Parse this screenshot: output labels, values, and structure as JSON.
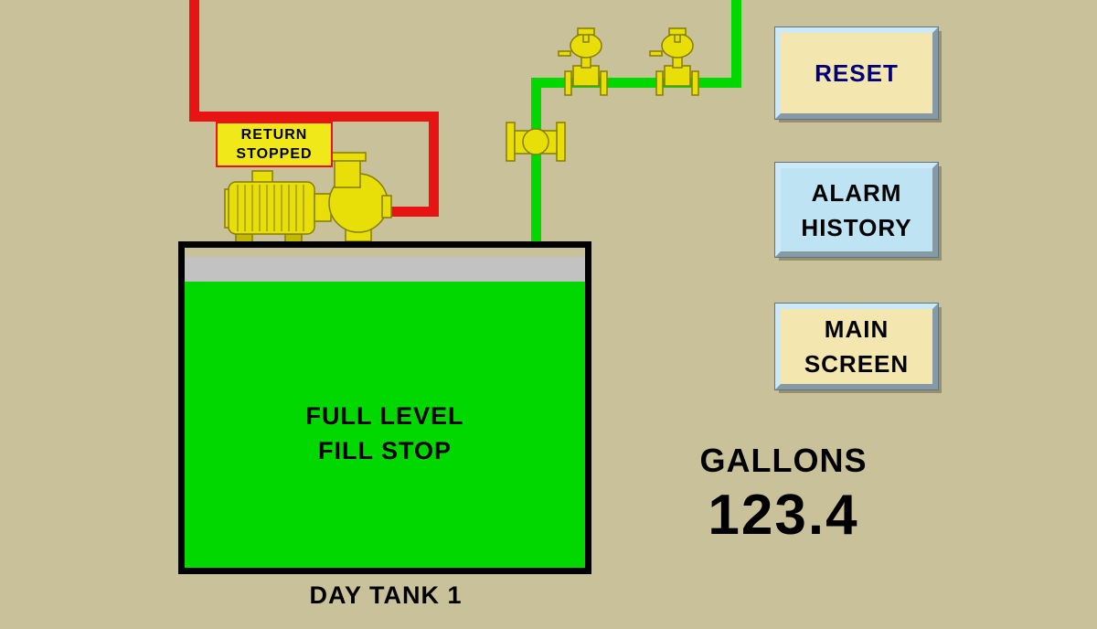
{
  "colors": {
    "background": "#C9C19A",
    "pipe_red": "#E81414",
    "pipe_green": "#00D800",
    "tank_fill_green": "#00D800",
    "tank_band_gray": "#C2C2C2",
    "equipment_yellow": "#E8DE08",
    "button_cream": "#F3E7AF",
    "button_light_blue": "#BEE3F2",
    "reset_text_navy": "#00007D",
    "badge_yellow": "#F0E818",
    "badge_border_red": "#E81414"
  },
  "status_badge": {
    "line1": "RETURN",
    "line2": "STOPPED"
  },
  "tank": {
    "fill_line1": "FULL LEVEL",
    "fill_line2": "FILL STOP",
    "label": "DAY TANK 1"
  },
  "buttons": {
    "reset": {
      "label": "RESET"
    },
    "alarm_history": {
      "line1": "ALARM",
      "line2": "HISTORY"
    },
    "main_screen": {
      "line1": "MAIN",
      "line2": "SCREEN"
    }
  },
  "readout": {
    "label": "GALLONS",
    "value": "123.4"
  }
}
